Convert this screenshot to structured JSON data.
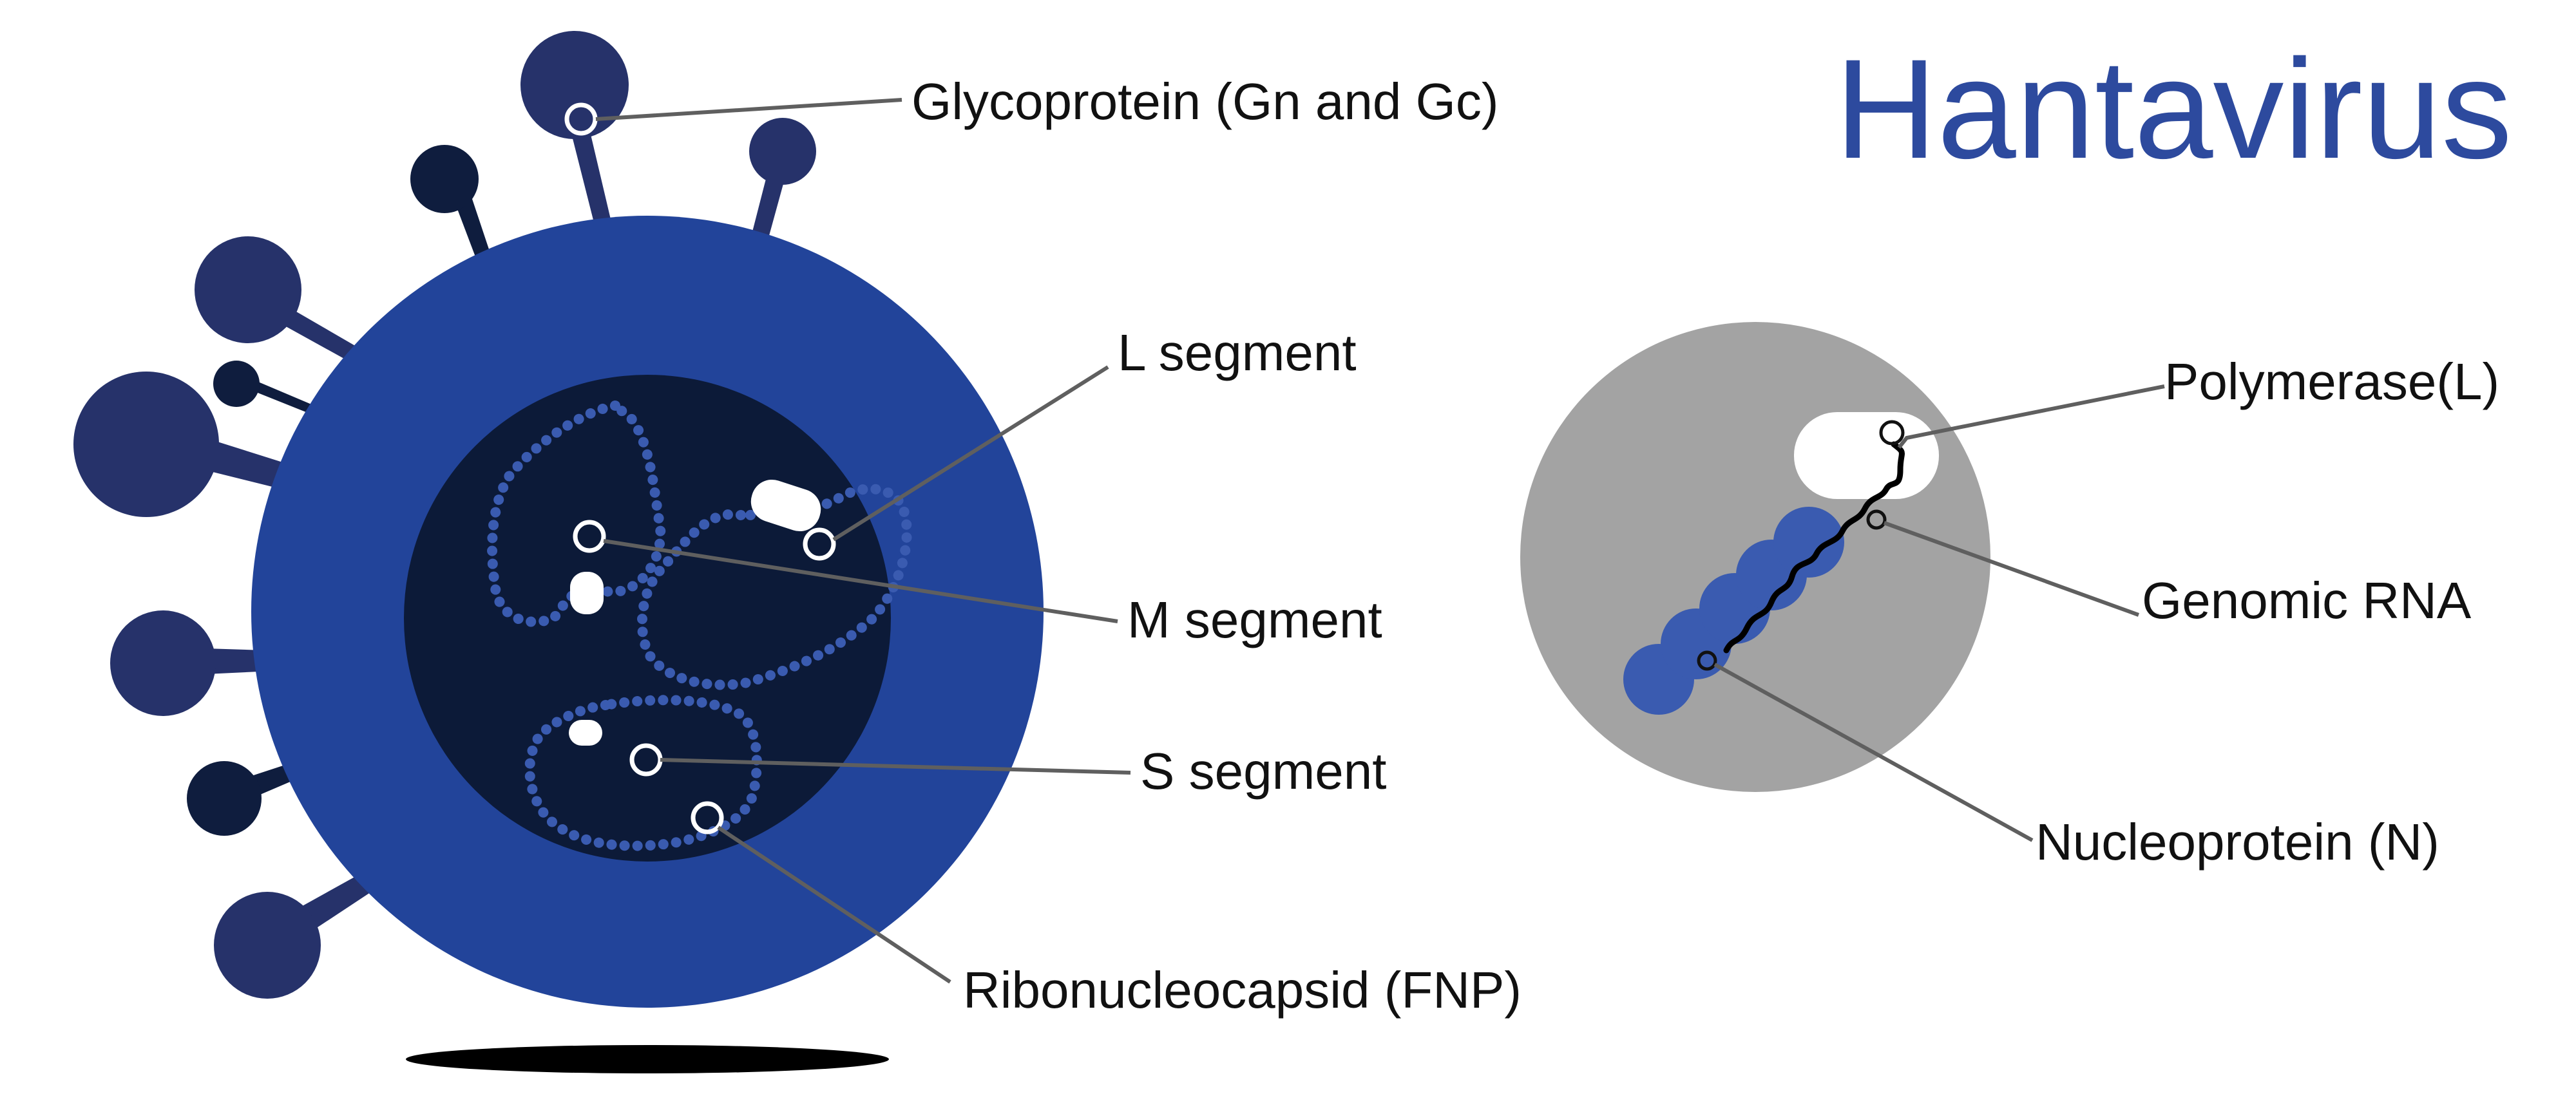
{
  "title": "Hantavirus",
  "colors": {
    "title": "#2d4a9e",
    "envelope": "#22449a",
    "core": "#0c1a38",
    "spike_light": "#26326a",
    "spike_dark": "#0f1d3e",
    "rnp_dots": "#3a5bb0",
    "nucleocapsid_bg": "#a3a3a3",
    "nucleoprotein": "#3a5bb0",
    "shadow": "#000000"
  },
  "labels": {
    "glycoprotein": "Glycoprotein (Gn and Gc)",
    "l_segment": "L segment",
    "m_segment": "M segment",
    "s_segment": "S segment",
    "ribonucleocapsid": "Ribonucleocapsid (FNP)",
    "polymerase": "Polymerase(L)",
    "genomic_rna": "Genomic RNA",
    "nucleoprotein": "Nucleoprotein (N)"
  }
}
